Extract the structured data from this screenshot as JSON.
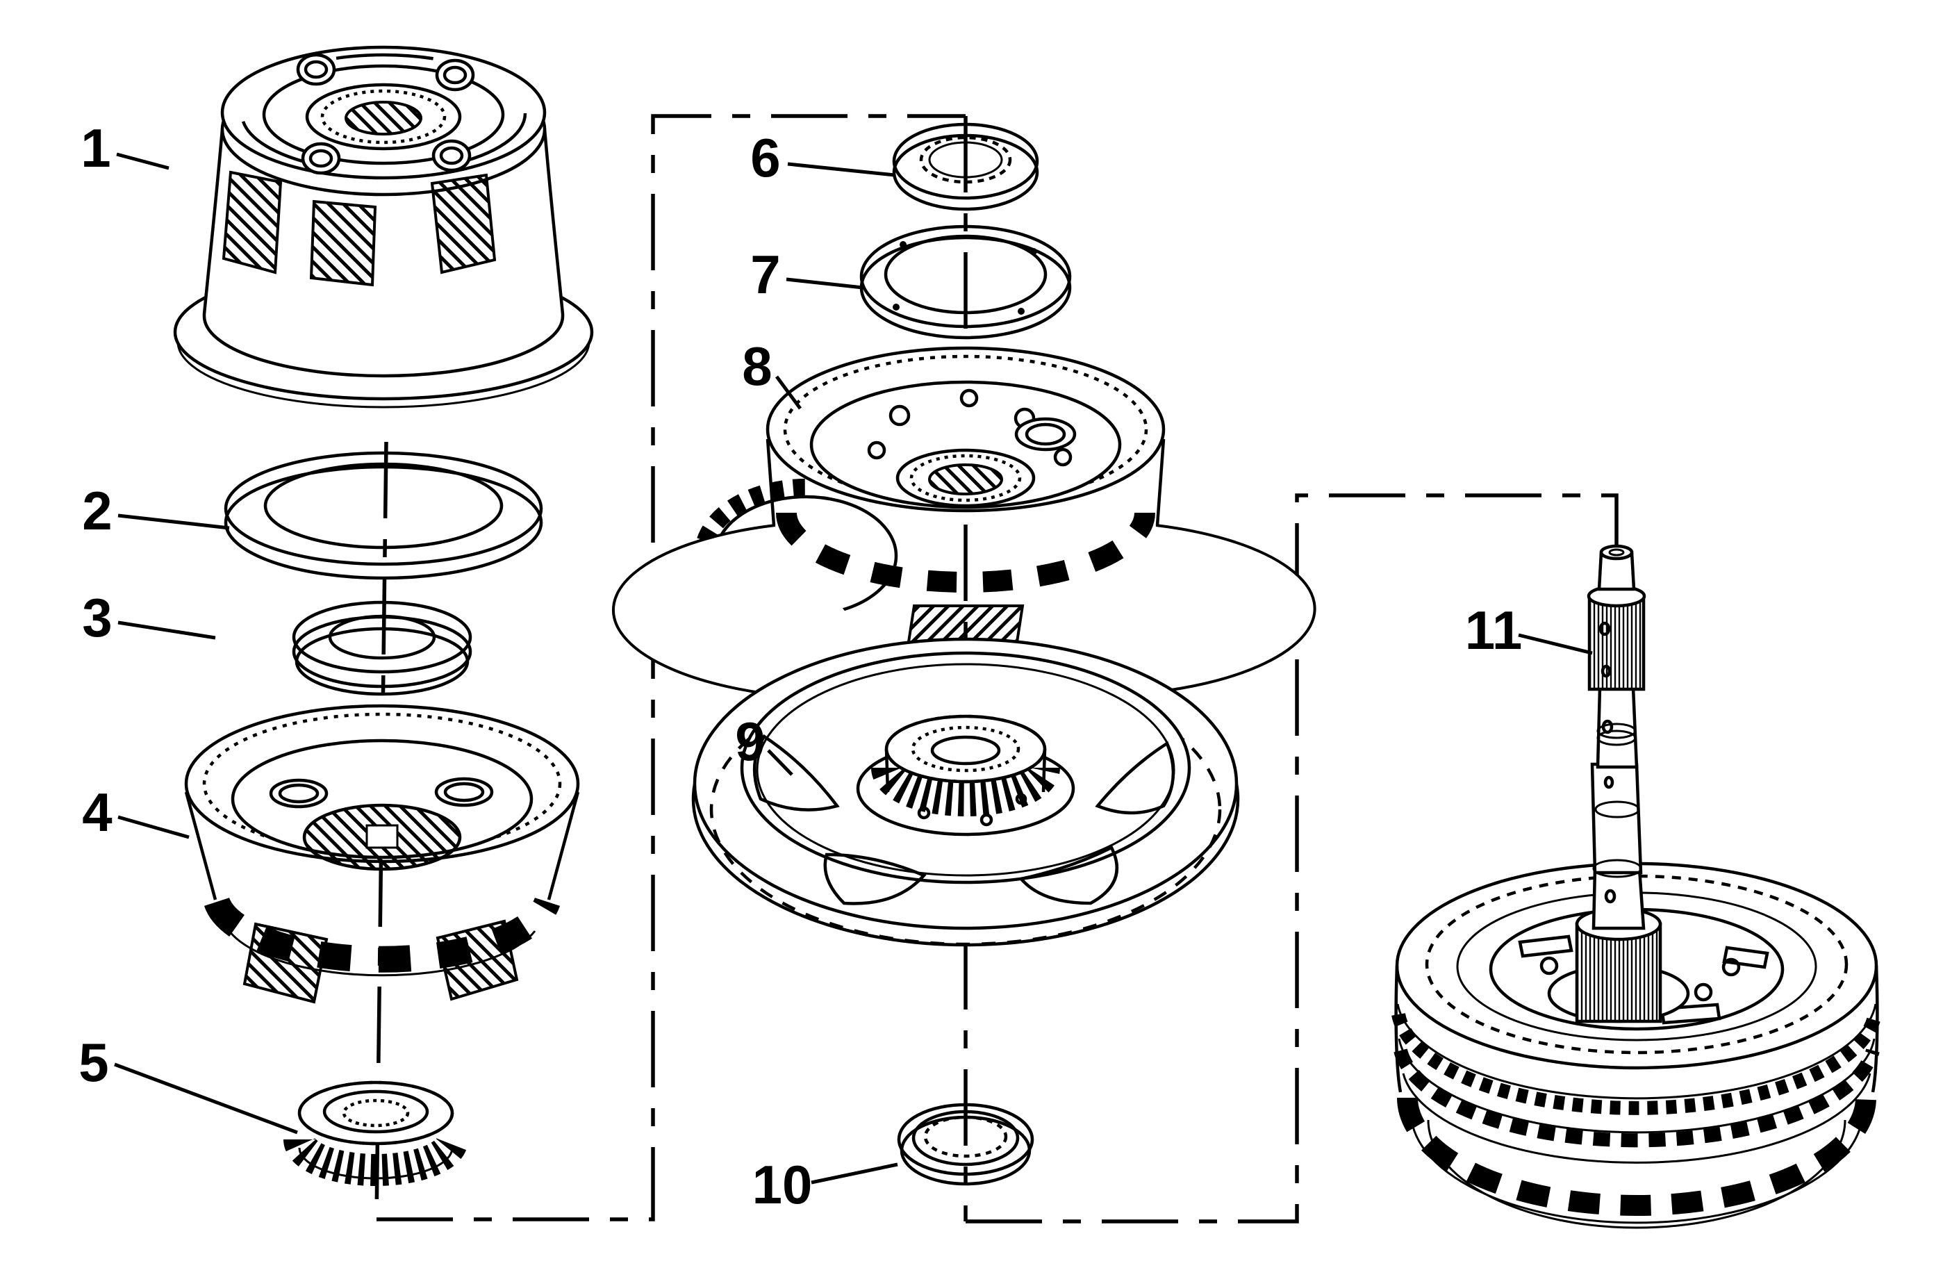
{
  "figure": {
    "background_color": "#ffffff",
    "line_color": "#000000",
    "description_visible_text_only": "",
    "callouts": [
      {
        "number": "1"
      },
      {
        "number": "2"
      },
      {
        "number": "3"
      },
      {
        "number": "4"
      },
      {
        "number": "5"
      },
      {
        "number": "6"
      },
      {
        "number": "7"
      },
      {
        "number": "8"
      },
      {
        "number": "9"
      },
      {
        "number": "10"
      },
      {
        "number": "11"
      }
    ]
  }
}
